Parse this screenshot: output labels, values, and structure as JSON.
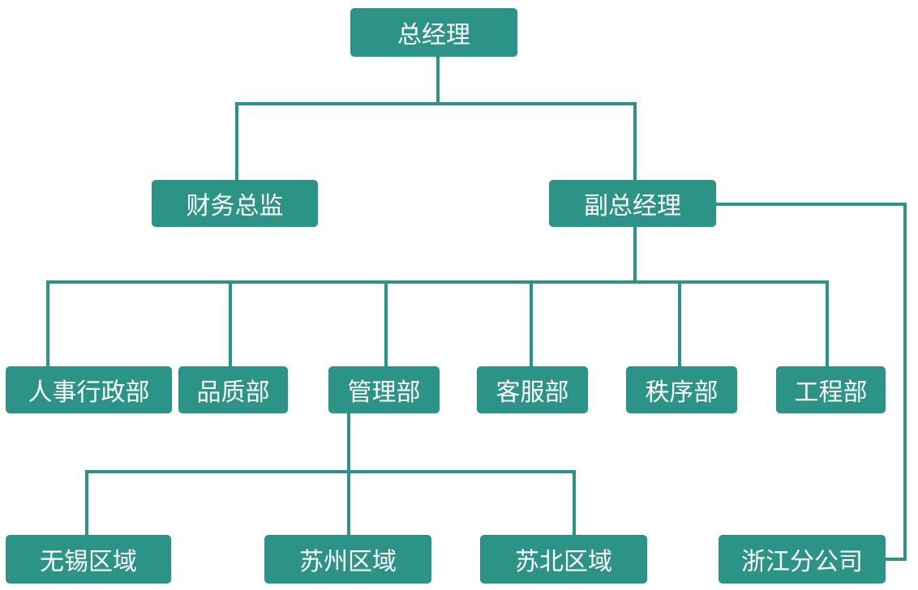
{
  "colors": {
    "node_fill": "#2b9486",
    "node_text": "#ffffff",
    "connector": "#2b9486"
  },
  "chart": {
    "nodes": {
      "ceo": "总经理",
      "cfo": "财务总监",
      "deputy": "副总经理",
      "hr_admin": "人事行政部",
      "quality": "品质部",
      "management": "管理部",
      "customer_service": "客服部",
      "order": "秩序部",
      "engineering": "工程部",
      "wuxi": "无锡区域",
      "suzhou": "苏州区域",
      "subei": "苏北区域",
      "zhejiang": "浙江分公司"
    }
  }
}
